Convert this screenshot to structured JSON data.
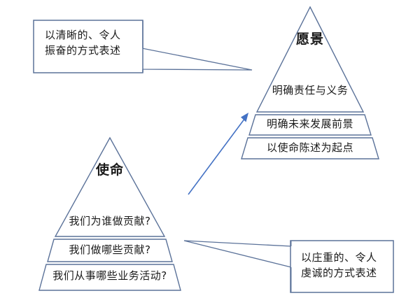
{
  "diagram": {
    "background_color": "#ffffff",
    "stroke_color": "#5b7299",
    "arrow_color": "#4472c4",
    "text_color": "#1a1a1a",
    "pyramids": [
      {
        "id": "vision",
        "apex_label": "愿景",
        "tiers": [
          "明确责任与义务",
          "明确未来发展前景",
          "以使命陈述为起点"
        ]
      },
      {
        "id": "mission",
        "apex_label": "使命",
        "tiers": [
          "我们为谁做贡献?",
          "我们做哪些贡献?",
          "我们从事哪些业务活动?"
        ]
      }
    ],
    "callouts": [
      {
        "id": "vision-callout",
        "line1": "以清晰的、令人",
        "line2": "振奋的方式表述",
        "points_to": "vision"
      },
      {
        "id": "mission-callout",
        "line1": "以庄重的、令人",
        "line2": "虔诚的方式表述",
        "points_to": "mission"
      }
    ],
    "connector": {
      "id": "mission-to-vision-arrow",
      "from": "mission",
      "to": "vision"
    }
  }
}
